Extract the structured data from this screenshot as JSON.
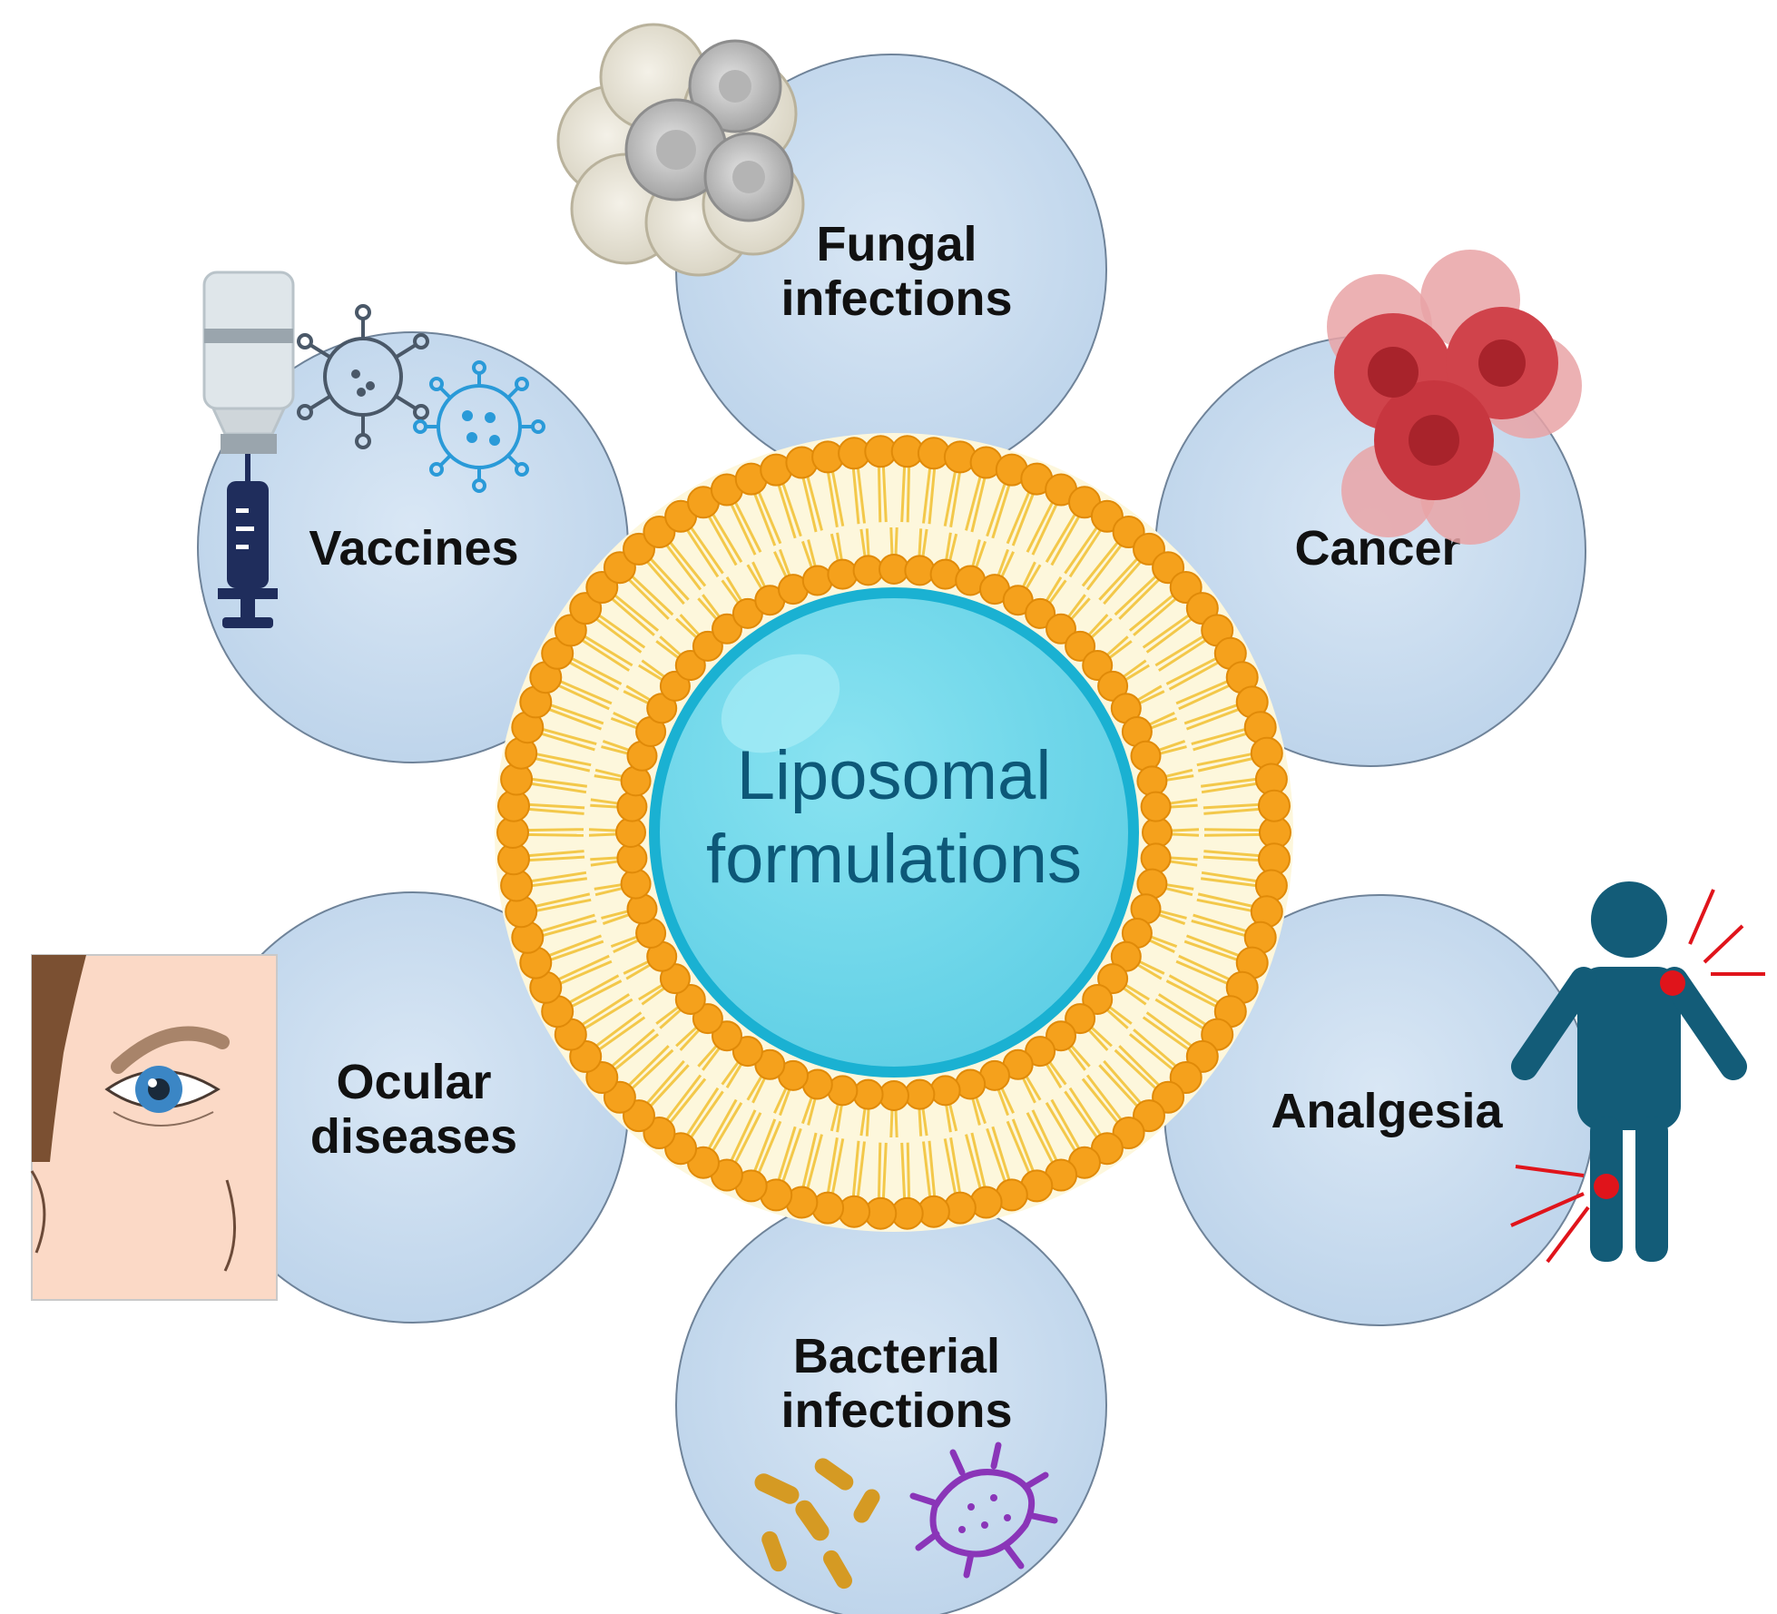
{
  "center": {
    "line1": "Liposomal",
    "line2": "formulations"
  },
  "topics": [
    {
      "id": "fungal",
      "line1": "Fungal",
      "line2": "infections",
      "icon": "fungal-cells-icon"
    },
    {
      "id": "cancer",
      "line1": "Cancer",
      "line2": "",
      "icon": "cancer-cells-icon"
    },
    {
      "id": "analgesia",
      "line1": "Analgesia",
      "line2": "",
      "icon": "pain-person-icon"
    },
    {
      "id": "bacterial",
      "line1": "Bacterial",
      "line2": "infections",
      "icon": "bacteria-icon"
    },
    {
      "id": "ocular",
      "line1": "Ocular",
      "line2": "diseases",
      "icon": "eye-face-icon"
    },
    {
      "id": "vaccines",
      "line1": "Vaccines",
      "line2": "",
      "icon": "vaccine-icon"
    }
  ],
  "colors": {
    "satellite_fill": "#c9ddef",
    "satellite_stroke": "#6f8399",
    "lipid_head": "#f5a11c",
    "lipid_head_stroke": "#e08a08",
    "lipid_tail": "#f3c84a",
    "core_fill": "#6fd6ea",
    "core_ring": "#1ab1d2",
    "center_text": "#0d5878",
    "label_text": "#111111"
  }
}
